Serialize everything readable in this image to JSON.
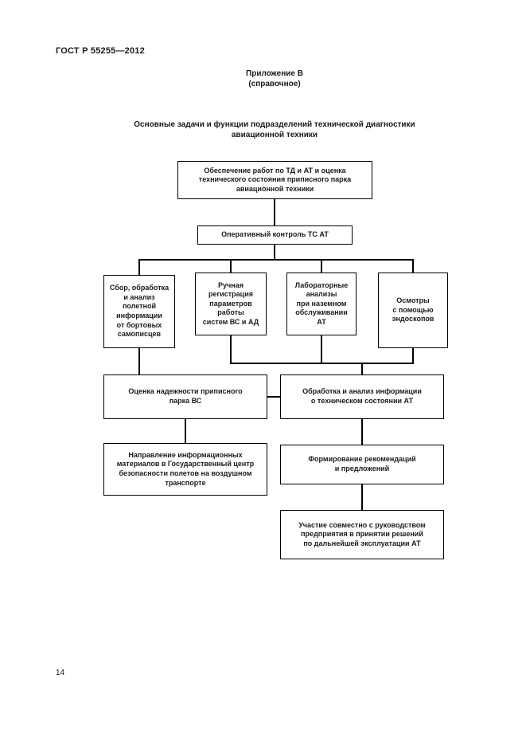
{
  "document": {
    "header": "ГОСТ Р 55255—2012",
    "appendix_label": "Приложение В",
    "appendix_type": "(справочное)",
    "title": "Основные задачи и функции подразделений технической диагностики\nавиационной техники",
    "page_number": "14"
  },
  "flowchart": {
    "root": "Обеспечение работ по ТД и АТ и оценка\nтехнического состояния приписного парка\nавиационной техники",
    "operational_control": "Оперативный контроль ТС АТ",
    "flight_data_collection": "Сбор, обработка\nи анализ\nполетной\nинформации\nот бортовых\nсамописцев",
    "manual_registration": "Ручная\nрегистрация\nпараметров\nработы\nсистем ВС и АД",
    "lab_analysis": "Лабораторные\nанализы\nпри наземном\nобслуживании\nАТ",
    "endoscope_inspection": "Осмотры\nс помощью\nэндоскопов",
    "reliability_assessment": "Оценка надежности приписного\nпарка ВС",
    "info_processing": "Обработка и анализ информации\nо техническом состоянии АТ",
    "info_materials": "Направление информационных\nматериалов в Государственный центр\nбезопасности полетов на воздушном\nтранспорте",
    "recommendations": "Формирование рекомендаций\nи предложений",
    "joint_decisions": "Участие совместно с руководством\nпредприятия в принятии решений\nпо дальнейшей эксплуатации АТ"
  }
}
